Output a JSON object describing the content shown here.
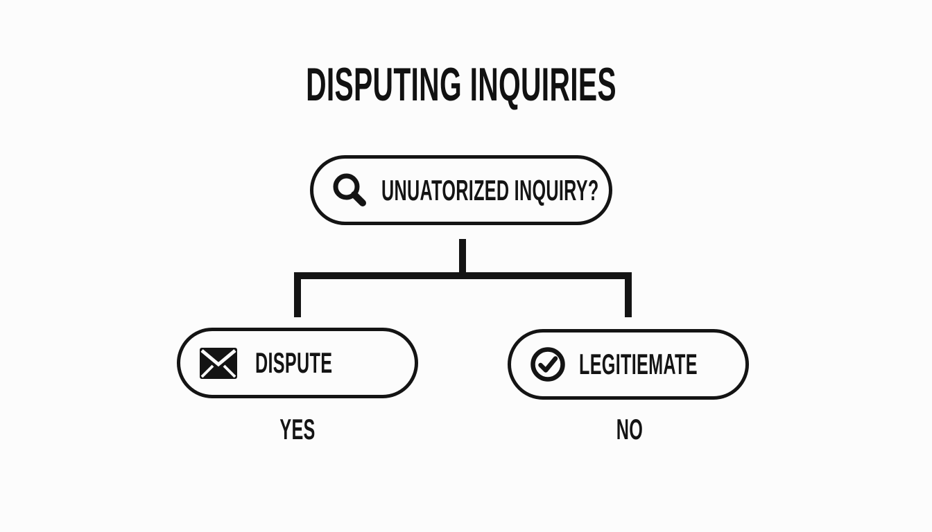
{
  "title": "DISPUTING INQUIRIES",
  "flowchart": {
    "root": {
      "label": "UNUATORIZED INQUIRY?",
      "icon": "magnifier-icon"
    },
    "branches": [
      {
        "label": "DISPUTE",
        "icon": "envelope-icon",
        "answer": "YES"
      },
      {
        "label": "LEGITIEMATE",
        "icon": "check-circle-icon",
        "answer": "NO"
      }
    ]
  },
  "colors": {
    "background": "#fcfcfc",
    "ink": "#141414"
  }
}
